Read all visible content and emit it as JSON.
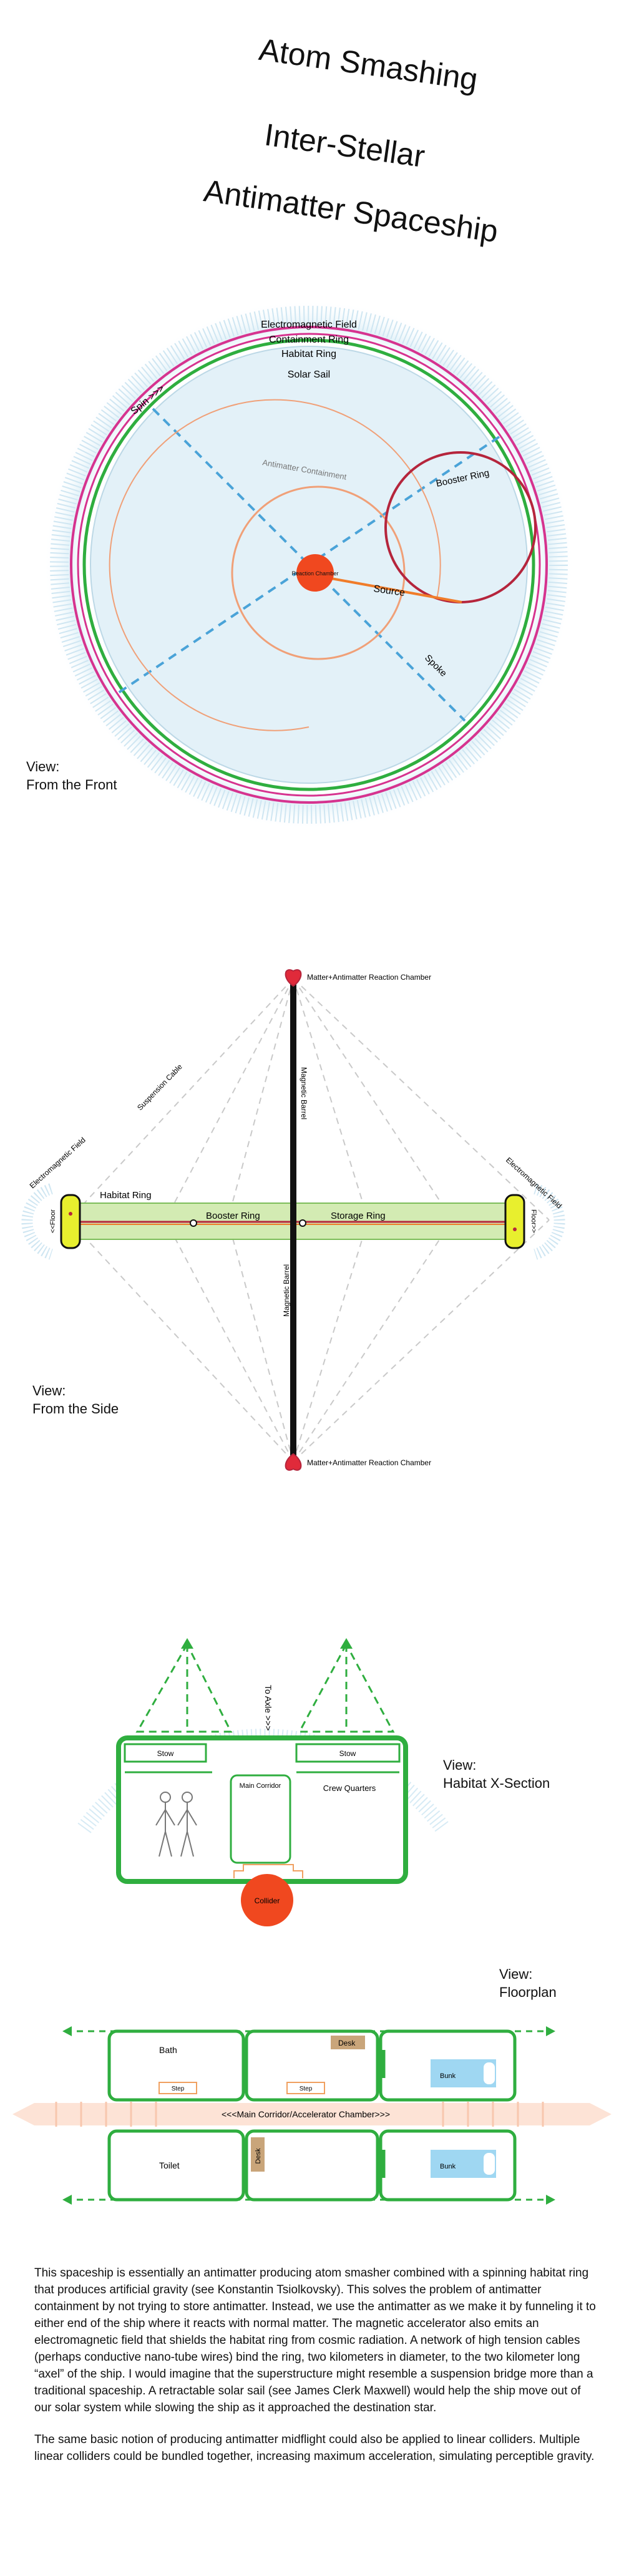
{
  "title": {
    "line1": "Atom Smashing",
    "line2": "Inter-Stellar",
    "line3": "Antimatter Spaceship"
  },
  "front_view": {
    "label_line1": "View:",
    "label_line2": "From the Front",
    "labels": {
      "em_field": "Electromagnetic Field",
      "containment_ring": "Containment Ring",
      "habitat_ring": "Habitat Ring",
      "solar_sail": "Solar Sail",
      "spin": "Spin >>>",
      "antimatter_containment": "Antimatter Containment",
      "booster_ring": "Booster Ring",
      "reaction_chamber": "Reaction Chamber",
      "source": "Source",
      "spoke": "Spoke"
    }
  },
  "side_view": {
    "label_line1": "View:",
    "label_line2": "From the Side",
    "labels": {
      "reaction_chamber_top": "Matter+Antimatter Reaction Chamber",
      "reaction_chamber_bottom": "Matter+Antimatter Reaction Chamber",
      "suspension_cable": "Suspension Cable",
      "magnetic_barrel_top": "Magnetic Barrel",
      "magnetic_barrel_bottom": "Magnetic Barrel",
      "em_field_left": "Electromagnetic Field",
      "em_field_right": "Electromagnetic Field",
      "habitat_ring": "Habitat Ring",
      "booster_ring": "Booster Ring",
      "storage_ring": "Storage Ring",
      "floor_left": "<<Floor",
      "floor_right": "Floor>>"
    }
  },
  "habitat_section": {
    "label_line1": "View:",
    "label_line2": "Habitat X-Section",
    "labels": {
      "to_axle": "To Axle >>>",
      "stow_left": "Stow",
      "stow_right": "Stow",
      "main_corridor": "Main Corridor",
      "crew_quarters": "Crew Quarters",
      "collider": "Collider"
    }
  },
  "floorplan": {
    "label_line1": "View:",
    "label_line2": "Floorplan",
    "labels": {
      "bath": "Bath",
      "desk_top": "Desk",
      "step_left": "Step",
      "step_right": "Step",
      "bunk_top": "Bunk",
      "corridor": "<<<Main Corridor/Accelerator Chamber>>>",
      "toilet": "Toilet",
      "desk_bottom": "Desk",
      "bunk_bottom": "Bunk"
    }
  },
  "description": {
    "p1": "This spaceship is essentially an antimatter producing atom smasher combined with a spinning habitat ring that produces artificial gravity (see Konstantin Tsiolkovsky). This solves the problem of antimatter containment by not trying to store antimatter. Instead, we use the antimatter as we make it by funneling it to either end of the ship where it reacts with normal matter. The magnetic accelerator also emits an electromagnetic field that shields the habitat ring from cosmic radiation. A network of high tension cables (perhaps conductive nano-tube wires) bind the ring, two kilometers in diameter, to the two kilometer long “axel” of the ship. I would imagine that the superstructure might resemble a suspension bridge more than a traditional spaceship. A retractable solar sail (see James Clerk Maxwell) would help the ship move out of our solar system while slowing the ship as it approached the destination star.",
    "p2": "The same basic notion of producing antimatter midflight could also be applied to linear colliders. Multiple linear colliders could be bundled together, increasing maximum acceleration, simulating perceptible gravity."
  },
  "colors": {
    "magenta": "#d6338f",
    "green": "#2fae3f",
    "sail": "#e3f1f8",
    "orange": "#f07c2a",
    "booster": "#b5253c",
    "reactor": "#f0481f",
    "cable": "#4aa3d8",
    "cream": "#c9a57a"
  }
}
